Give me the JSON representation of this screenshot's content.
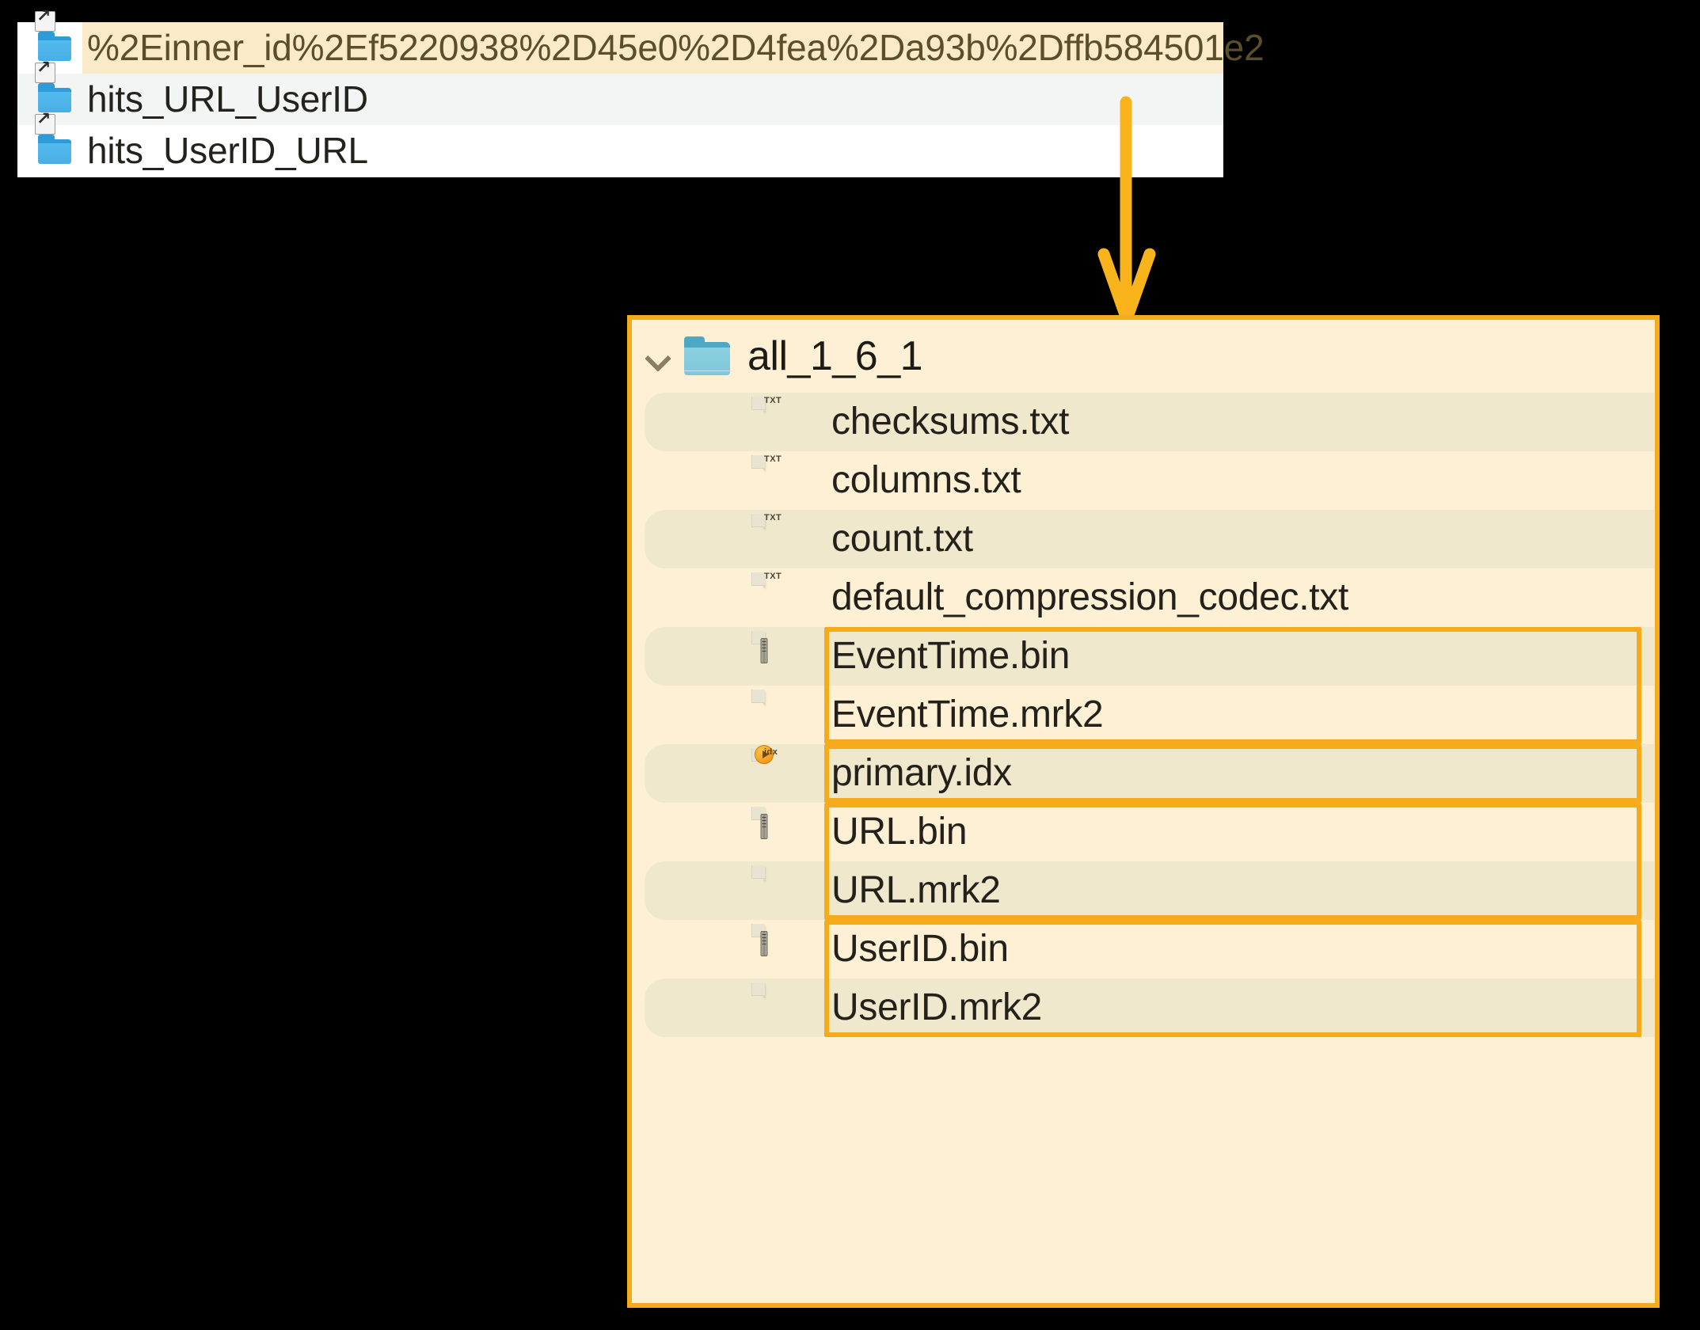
{
  "colors": {
    "background": "#000000",
    "accent": "#f5ab1b",
    "panel_bg": "#fdf0d5",
    "row_stripe": "#efe8cd",
    "top_panel_bg": "#ffffff",
    "top_row_highlight": "#fbeac8",
    "top_row_alt": "#f2f5f4",
    "folder_blue": "#4fb4e8",
    "folder_teal": "#8ed2e2",
    "text": "#24211a",
    "text_highlight": "#5a4f2a"
  },
  "top_panel": {
    "rows": [
      {
        "label": "%2Einner_id%2Ef5220938%2D45e0%2D4fea%2Da93b%2Dffb584501e2",
        "icon": "folder-symlink-icon",
        "highlighted": true
      },
      {
        "label": "hits_URL_UserID",
        "icon": "folder-symlink-icon",
        "highlighted": false
      },
      {
        "label": "hits_UserID_URL",
        "icon": "folder-symlink-icon",
        "highlighted": false
      }
    ]
  },
  "connector": {
    "icon": "down-arrow-icon",
    "color": "#f5ab1b"
  },
  "main_panel": {
    "header": {
      "expand_icon": "chevron-down-icon",
      "folder_icon": "folder-icon",
      "title": "all_1_6_1",
      "expanded": true
    },
    "files": [
      {
        "name": "checksums.txt",
        "icon": "txt-file-icon",
        "badge": "TXT",
        "stripe": true,
        "boxed": false
      },
      {
        "name": "columns.txt",
        "icon": "txt-file-icon",
        "badge": "TXT",
        "stripe": false,
        "boxed": false
      },
      {
        "name": "count.txt",
        "icon": "txt-file-icon",
        "badge": "TXT",
        "stripe": true,
        "boxed": false
      },
      {
        "name": "default_compression_codec.txt",
        "icon": "txt-file-icon",
        "badge": "TXT",
        "stripe": false,
        "boxed": false
      },
      {
        "name": "EventTime.bin",
        "icon": "binary-file-icon",
        "badge": "",
        "stripe": true,
        "boxed": true
      },
      {
        "name": "EventTime.mrk2",
        "icon": "blank-file-icon",
        "badge": "",
        "stripe": false,
        "boxed": true
      },
      {
        "name": "primary.idx",
        "icon": "index-file-icon",
        "badge": "idx",
        "stripe": true,
        "boxed": true
      },
      {
        "name": "URL.bin",
        "icon": "binary-file-icon",
        "badge": "",
        "stripe": false,
        "boxed": true
      },
      {
        "name": "URL.mrk2",
        "icon": "blank-file-icon",
        "badge": "",
        "stripe": true,
        "boxed": true
      },
      {
        "name": "UserID.bin",
        "icon": "binary-file-icon",
        "badge": "",
        "stripe": false,
        "boxed": true
      },
      {
        "name": "UserID.mrk2",
        "icon": "blank-file-icon",
        "badge": "",
        "stripe": true,
        "boxed": true
      }
    ],
    "highlight_groups": [
      {
        "from": "EventTime.bin",
        "to": "EventTime.mrk2"
      },
      {
        "from": "primary.idx",
        "to": "primary.idx"
      },
      {
        "from": "URL.bin",
        "to": "URL.mrk2"
      },
      {
        "from": "UserID.bin",
        "to": "UserID.mrk2"
      }
    ]
  }
}
